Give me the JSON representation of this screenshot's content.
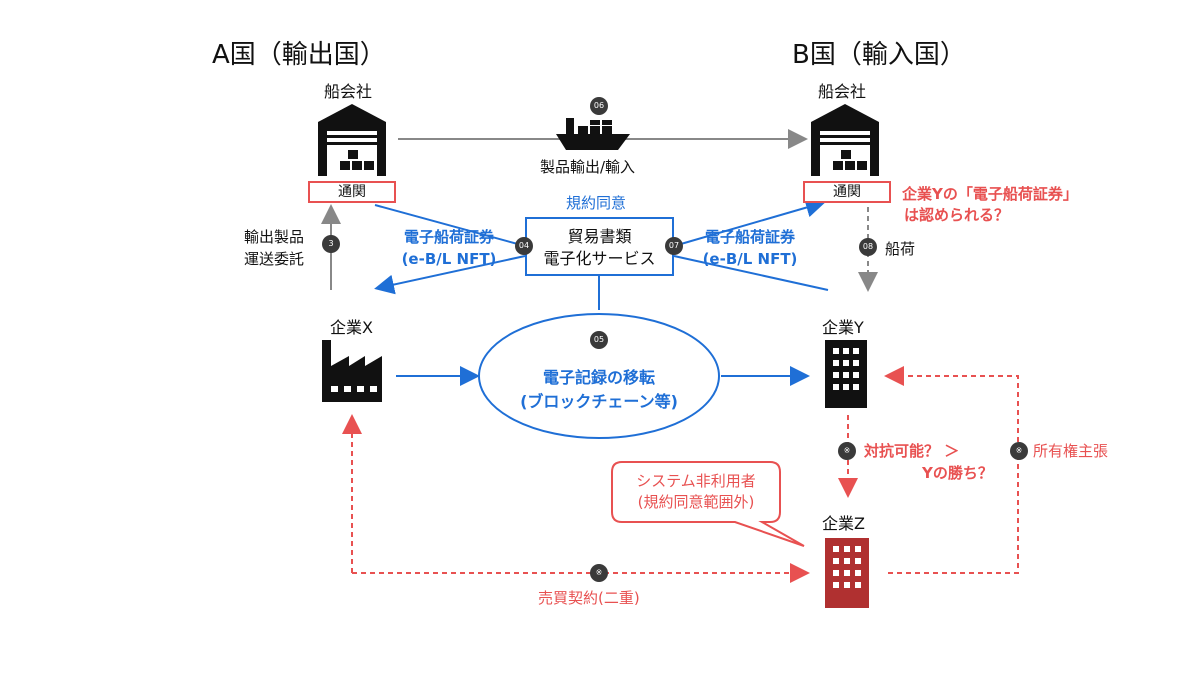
{
  "headers": {
    "country_a": "A国（輸出国）",
    "country_b": "B国（輸入国）"
  },
  "nodes": {
    "shipping_a": "船会社",
    "shipping_b": "船会社",
    "customs_a": "通関",
    "customs_b": "通関",
    "company_x": "企業X",
    "company_y": "企業Y",
    "company_z": "企業Z"
  },
  "center": {
    "agreement": "規約同意",
    "service_line1": "貿易書類",
    "service_line2": "電子化サービス",
    "ellipse_line1": "電子記録の移転",
    "ellipse_line2": "(ブロックチェーン等)"
  },
  "labels": {
    "ship_transport": "製品輸出/輸入",
    "consign_line1": "輸出製品",
    "consign_line2": "運送委託",
    "ebl_left_line1": "電子船荷証券",
    "ebl_left_line2": "(e-B/L NFT)",
    "ebl_right_line1": "電子船荷証券",
    "ebl_right_line2": "(e-B/L NFT)",
    "cargo": "船荷",
    "question_line1": "企業Yの「電子船荷証券」",
    "question_line2": "は認められる？",
    "oppose_line1": "対抗可能？ ＞",
    "oppose_line2": "Yの勝ち？",
    "ownership": "所有権主張",
    "sale": "売買契約(二重)",
    "callout_line1": "システム非利用者",
    "callout_line2": "(規約同意範囲外)"
  },
  "badges": {
    "b3": "3",
    "b4": "04",
    "b5": "05",
    "b6": "06",
    "b7": "07",
    "b8": "08",
    "note_mark": "※"
  },
  "colors": {
    "blue": "#1f6fd6",
    "red": "#e85151",
    "gray": "#888888",
    "dark_red": "#b03030"
  }
}
